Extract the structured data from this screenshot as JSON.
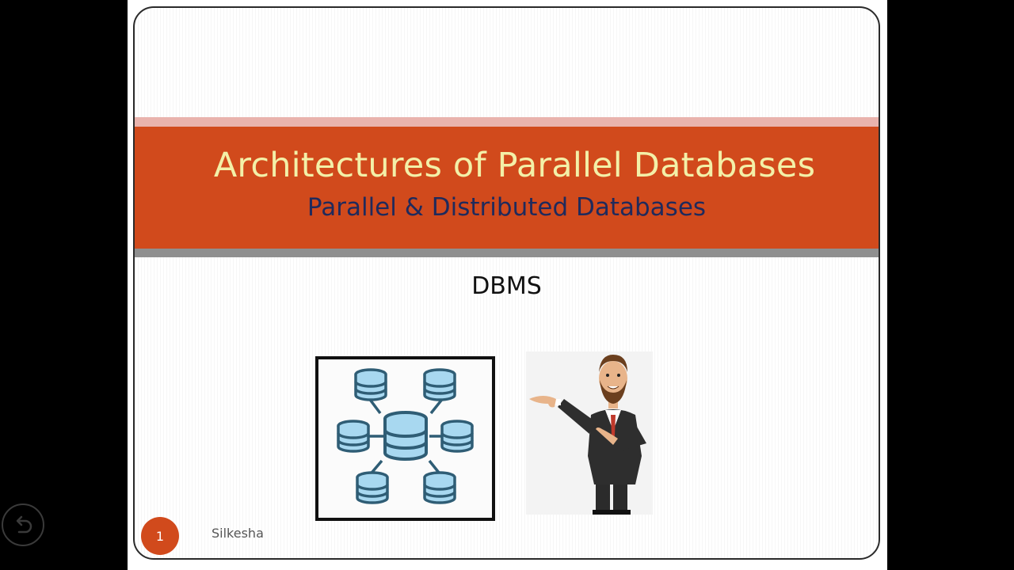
{
  "slide": {
    "title": "Architectures of Parallel Databases",
    "subtitle": "Parallel & Distributed Databases",
    "topic": "DBMS",
    "slide_number": "1",
    "author": "Silkesha"
  },
  "colors": {
    "title_band": "#d14a1c",
    "title_text": "#f3f0a8",
    "subtitle_text": "#1f2a5c",
    "pink_stripe": "#e9b3ad",
    "gray_stripe": "#8f8f8f",
    "database_icon": "#2f5d75",
    "database_fill": "#a8d8f0"
  },
  "icons": {
    "database_network": "database-network-icon",
    "presenter": "presenter-illustration",
    "back": "undo-arrow-icon"
  }
}
